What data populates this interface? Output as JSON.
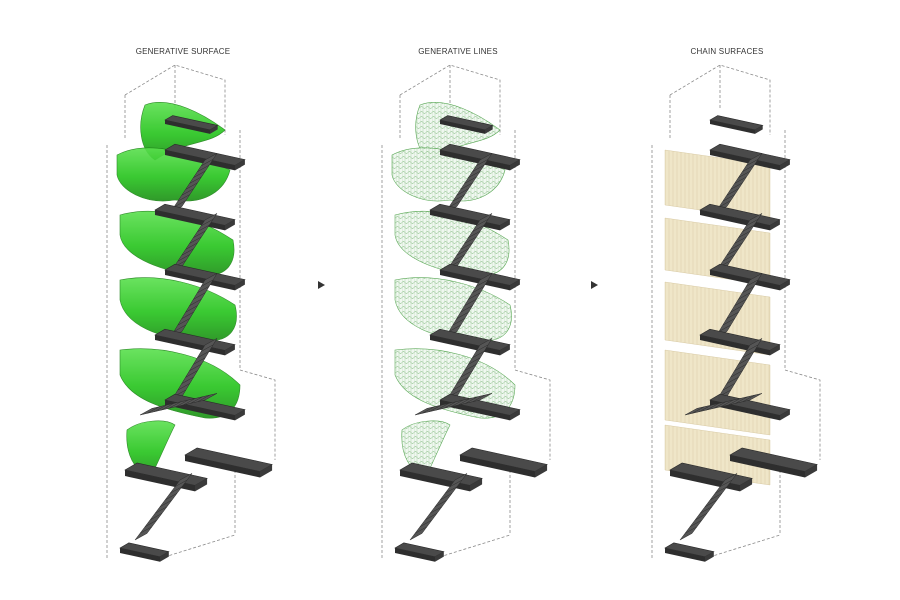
{
  "titles": {
    "panel1": "GENERATIVE SURFACE",
    "panel2": "GENERATIVE LINES",
    "panel3": "CHAIN SURFACES"
  },
  "colors": {
    "stair": "#3a3a3a",
    "generative_surface": "#22c21a",
    "generative_lines": "#3f9a3a",
    "chain_surfaces": "#e9dcb6",
    "guide_lines": "#8a8a8a",
    "arrow": "#333333"
  },
  "icons": {
    "arrow1": "arrow-right-icon",
    "arrow2": "arrow-right-icon"
  }
}
